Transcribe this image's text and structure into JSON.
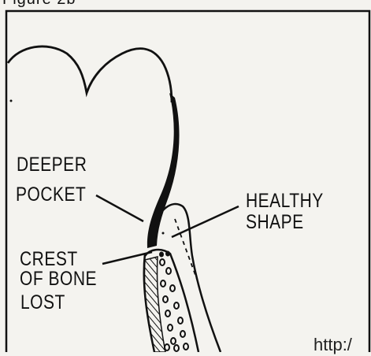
{
  "figure_title": "Figure 2b",
  "labels": {
    "deeper": "DEEPER",
    "pocket": "POCKET",
    "healthy": "HEALTHY",
    "shape": "SHAPE",
    "crest": "CREST",
    "of_bone": "OF BONE",
    "lost": "LOST"
  },
  "watermark": "http:/"
}
